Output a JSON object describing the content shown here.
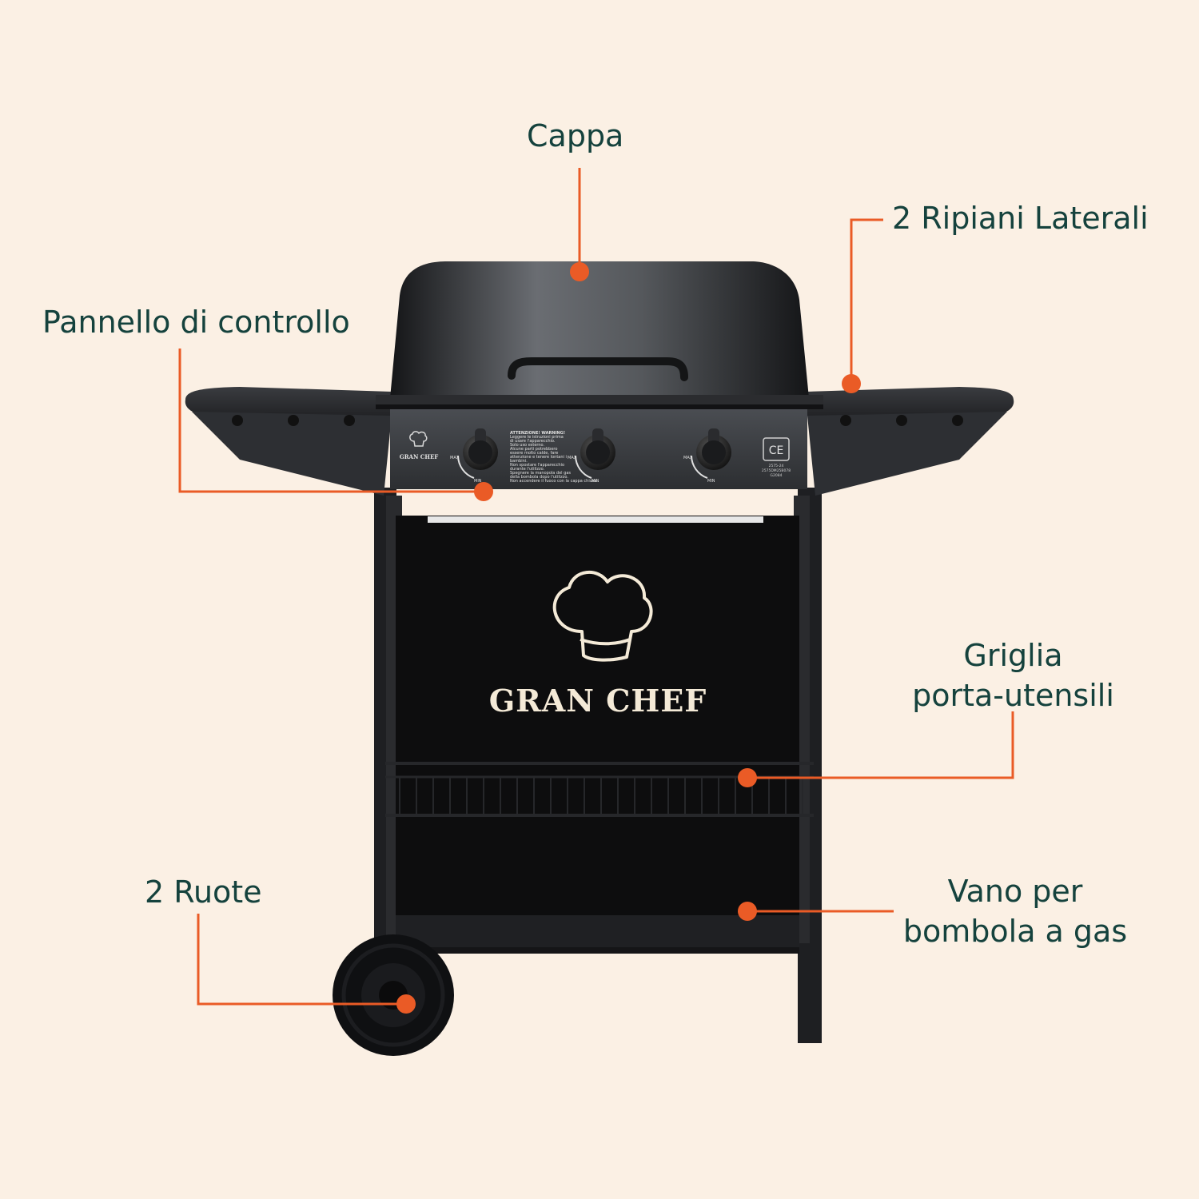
{
  "callouts": {
    "hood": "Cappa",
    "side_shelves": "2 Ripiani Laterali",
    "control_panel": "Pannello di controllo",
    "rack_line1": "Griglia",
    "rack_line2": "porta-utensili",
    "wheels": "2 Ruote",
    "gas_line1": "Vano per",
    "gas_line2": "bombola a gas"
  },
  "product": {
    "brand": "GRAN CHEF",
    "knob_max": "MAX",
    "knob_min": "MIN",
    "warning_lines": [
      "ATTENZIONE! WARNING!",
      "Leggere le istruzioni prima",
      "di usare l'apparecchio.",
      "Solo uso esterno.",
      "Alcune parti potrebbero",
      "essere molto calde, fare",
      "attenzione e tenere lontani i",
      "bambini.",
      "Non spostare l'apparecchio",
      "durante l'utilizzo.",
      "Spegnere la manopola del gas",
      "della bombola dopo l'utilizzo.",
      "Non accendere il fuoco con la cappa chiusa."
    ],
    "ce_mark": "CE",
    "ce_lines": [
      "2575-24",
      "2575DM25B078",
      "G2084"
    ]
  },
  "colors": {
    "background": "#fbf0e4",
    "accent": "#ea5b26",
    "label_text": "#15423d",
    "grill_body": "#1b1c1e"
  }
}
